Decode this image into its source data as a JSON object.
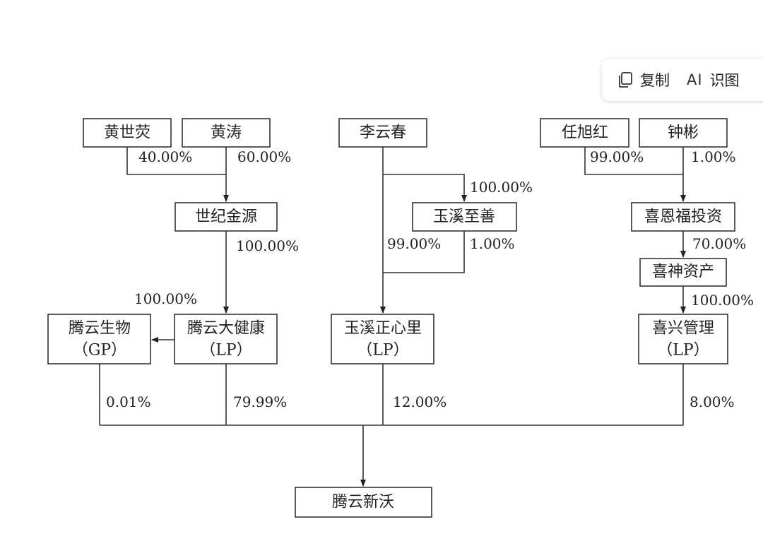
{
  "toolbar": {
    "copy_label": "复制",
    "ai_icon_text": "AI",
    "ai_label": "识图"
  },
  "nodes": {
    "huang_shiying": "黄世荧",
    "huang_tao": "黄涛",
    "li_yunchun": "李云春",
    "ren_xuhong": "任旭红",
    "zhong_bin": "钟彬",
    "shiji_jinyuan": "世纪金源",
    "yuxi_zhishan": "玉溪至善",
    "xienfu": "喜恩福投资",
    "xishen": "喜神资产",
    "tengyun_bio": [
      "腾云生物",
      "（GP）"
    ],
    "tengyun_dajiankang": [
      "腾云大健康",
      "（LP）"
    ],
    "yuxi_zhengxinli": [
      "玉溪正心里",
      "（LP）"
    ],
    "xixing": [
      "喜兴管理",
      "（LP）"
    ],
    "tengyun_xinwo": "腾云新沃"
  },
  "edges": {
    "huang_shiying_to_shiji": "40.00%",
    "huang_tao_to_shiji": "60.00%",
    "shiji_to_dajiankang": "100.00%",
    "dajiankang_to_bio": "100.00%",
    "li_to_yuxi_zhishan": "100.00%",
    "li_to_zhengxinli": "99.00%",
    "zhishan_to_zhengxinli": "1.00%",
    "ren_to_xienfu": "99.00%",
    "zhong_to_xienfu": "1.00%",
    "xienfu_to_xishen": "70.00%",
    "xishen_to_xixing": "100.00%",
    "bio_to_xinwo": "0.01%",
    "dajiankang_to_xinwo": "79.99%",
    "zhengxinli_to_xinwo": "12.00%",
    "xixing_to_xinwo": "8.00%"
  }
}
